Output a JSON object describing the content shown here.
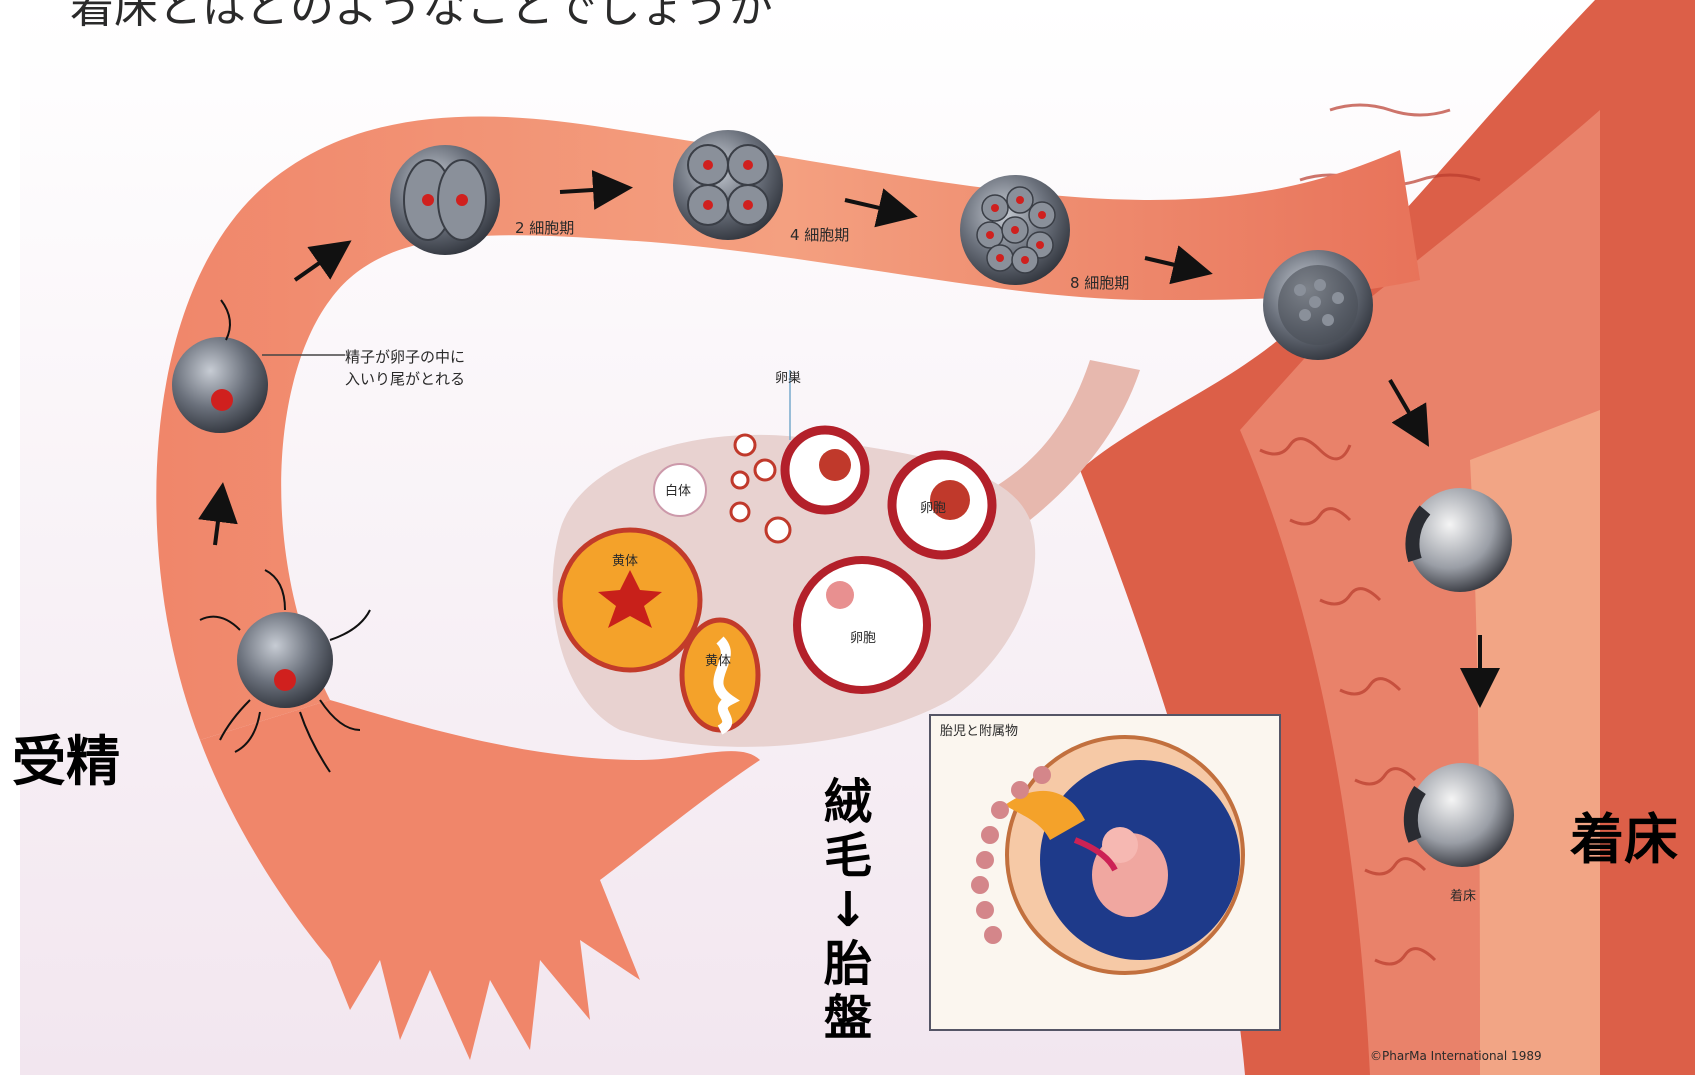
{
  "header": {
    "title_partial": "着床とはどのようなことでしょうか"
  },
  "stages": {
    "two_cell": "2 細胞期",
    "four_cell": "4 細胞期",
    "eight_cell": "8 細胞期",
    "implantation_small": "着床"
  },
  "notes": {
    "sperm_entry_line1": "精子が卵子の中に",
    "sperm_entry_line2": "入いり尾がとれる"
  },
  "ovary": {
    "ovum": "卵巣",
    "white_body": "白体",
    "follicle": "卵胞",
    "follicle_inner": "卵胞",
    "corpus_luteum_large": "黄体",
    "corpus_luteum_small": "黄体"
  },
  "inset": {
    "title": "胎児と附属物"
  },
  "annotations": {
    "fertilization": "受精",
    "implantation": "着床",
    "villi_chars": [
      "絨",
      "毛",
      "↓",
      "胎",
      "盤"
    ]
  },
  "copyright": "©PharMa International 1989",
  "colors": {
    "tube": "#e8735a",
    "tube_light": "#f4a080",
    "uterus": "#d95a45",
    "cell": "#5a5f6a",
    "nucleus": "#d0201e",
    "luteum": "#f4a22a",
    "amnion_blue": "#1e3a8a"
  },
  "icons": [
    "arrow-icon"
  ]
}
